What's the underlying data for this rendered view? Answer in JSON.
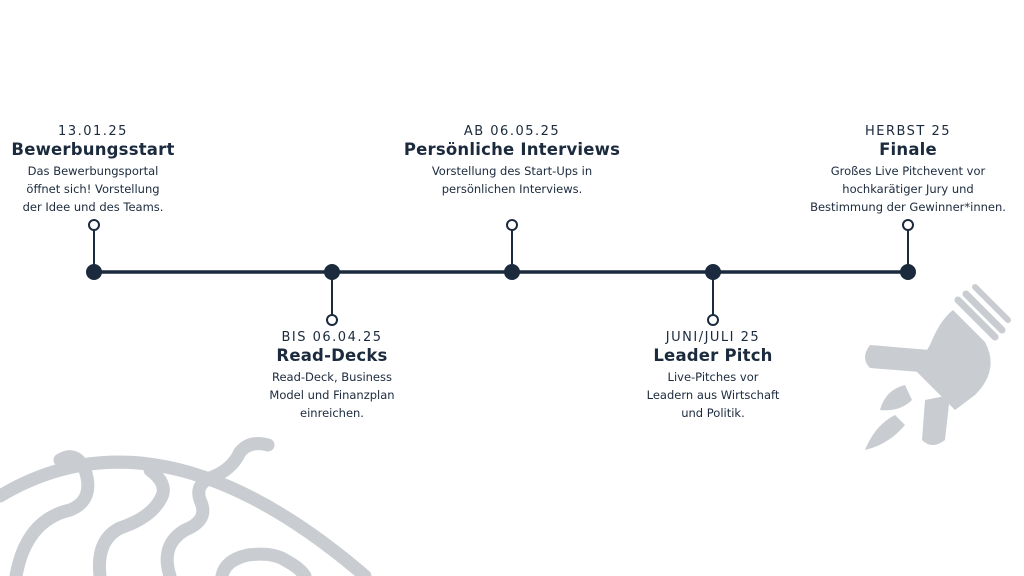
{
  "colors": {
    "navy": "#1b2a3d",
    "decor": "#c9ccd1",
    "background": "#ffffff"
  },
  "decorations": [
    "globe-icon",
    "rocket-lightbulb-icon"
  ],
  "milestones": [
    {
      "date": "13.01.25",
      "title": "Bewerbungsstart",
      "desc": [
        "Das Bewerbungsportal",
        "öffnet sich! Vorstellung",
        "der Idee und des Teams."
      ],
      "side": "above"
    },
    {
      "date": "BIS 06.04.25",
      "title": "Read-Decks",
      "desc": [
        "Read-Deck, Business",
        "Model und Finanzplan",
        "einreichen."
      ],
      "side": "below"
    },
    {
      "date": "AB 06.05.25",
      "title": "Persönliche Interviews",
      "desc": [
        "Vorstellung des Start-Ups in",
        "persönlichen Interviews."
      ],
      "side": "above"
    },
    {
      "date": "JUNI/JULI 25",
      "title": "Leader Pitch",
      "desc": [
        "Live-Pitches vor",
        "Leadern aus Wirtschaft",
        "und Politik."
      ],
      "side": "below"
    },
    {
      "date": "HERBST 25",
      "title": "Finale",
      "desc": [
        "Großes Live Pitchevent vor",
        "hochkarätiger Jury und",
        "Bestimmung der Gewinner*innen."
      ],
      "side": "above"
    }
  ]
}
